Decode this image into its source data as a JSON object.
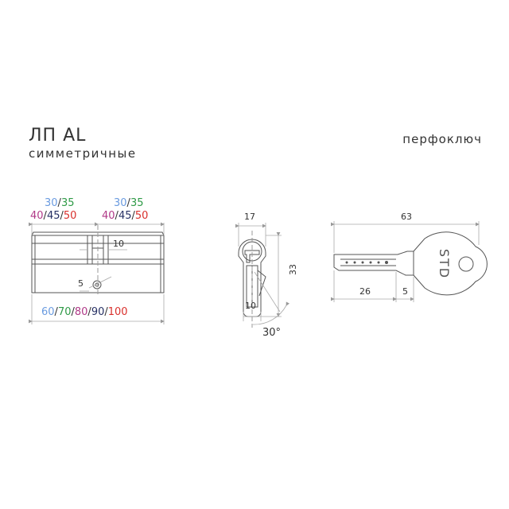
{
  "header": {
    "title": "ЛП AL",
    "subtitle": "симметричные",
    "key_type": "перфоключ"
  },
  "sizes": {
    "left_top": [
      {
        "text": "30",
        "color": "#6a9be0"
      },
      {
        "text": "/",
        "color": "#333333"
      },
      {
        "text": "35",
        "color": "#2e9a46"
      }
    ],
    "left_bottom": [
      {
        "text": "40",
        "color": "#b03a88"
      },
      {
        "text": "/",
        "color": "#333333"
      },
      {
        "text": "45",
        "color": "#263064"
      },
      {
        "text": "/",
        "color": "#333333"
      },
      {
        "text": "50",
        "color": "#d9302c"
      }
    ],
    "right_top": [
      {
        "text": "30",
        "color": "#6a9be0"
      },
      {
        "text": "/",
        "color": "#333333"
      },
      {
        "text": "35",
        "color": "#2e9a46"
      }
    ],
    "right_bottom": [
      {
        "text": "40",
        "color": "#b03a88"
      },
      {
        "text": "/",
        "color": "#333333"
      },
      {
        "text": "45",
        "color": "#263064"
      },
      {
        "text": "/",
        "color": "#333333"
      },
      {
        "text": "50",
        "color": "#d9302c"
      }
    ],
    "total": [
      {
        "text": "60",
        "color": "#6a9be0"
      },
      {
        "text": "/",
        "color": "#333333"
      },
      {
        "text": "70",
        "color": "#2e9a46"
      },
      {
        "text": "/",
        "color": "#333333"
      },
      {
        "text": "80",
        "color": "#b03a88"
      },
      {
        "text": "/",
        "color": "#333333"
      },
      {
        "text": "90",
        "color": "#263064"
      },
      {
        "text": "/",
        "color": "#333333"
      },
      {
        "text": "100",
        "color": "#d9302c"
      }
    ]
  },
  "dimensions": {
    "cam_width": "10",
    "screw_offset": "5",
    "profile_width": "17",
    "profile_height": "33",
    "profile_bottom": "10",
    "angle": "30°",
    "key_length": "63",
    "key_blade": "26",
    "key_step": "5"
  },
  "key": {
    "stamp": "STD"
  }
}
